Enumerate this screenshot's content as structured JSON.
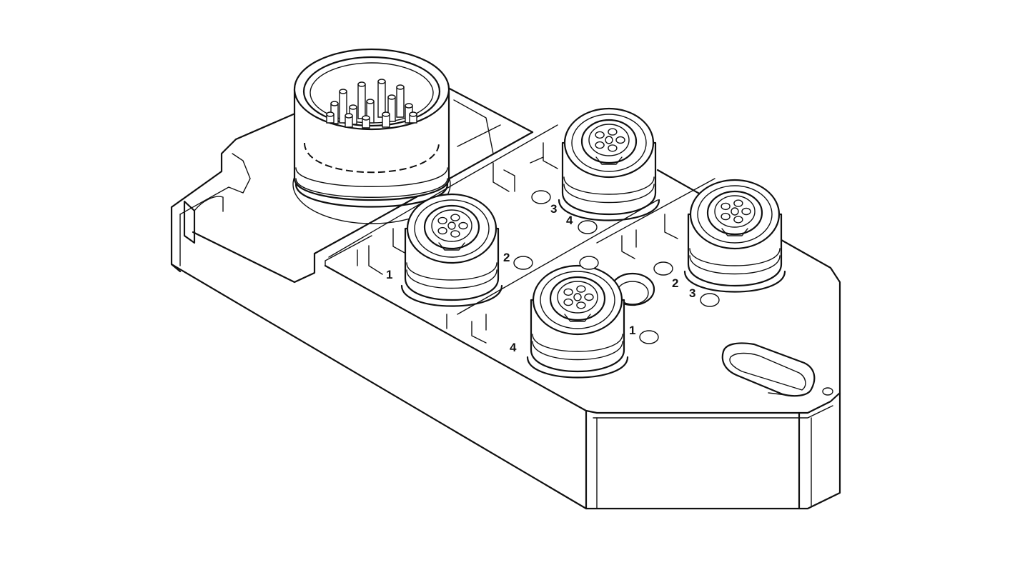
{
  "drawing": {
    "ink_color": "#111111",
    "background_color": "#ffffff",
    "main_connector": {
      "icon": "m23-male-multipin-connector-icon"
    },
    "ports": [
      {
        "icon": "m12-female-socket-icon",
        "labels": [
          "2",
          "1"
        ]
      },
      {
        "icon": "m12-female-socket-icon",
        "labels": [
          "3",
          "4"
        ]
      },
      {
        "icon": "m12-female-socket-icon",
        "labels": [
          "1",
          "4"
        ]
      },
      {
        "icon": "m12-female-socket-icon",
        "labels": [
          "2",
          "3"
        ]
      }
    ]
  }
}
